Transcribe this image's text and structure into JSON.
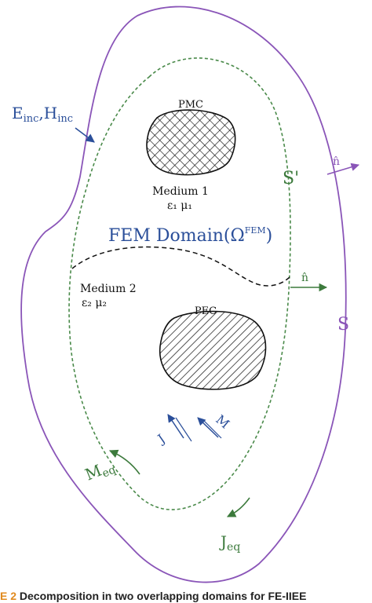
{
  "colors": {
    "outer_boundary": "#8a55b8",
    "fem_boundary": "#4a8a4a",
    "blue_labels": "#2b4f9a",
    "green_labels": "#3c7a3c",
    "black": "#111111",
    "caption_number": "#e08a1e"
  },
  "labels": {
    "incident_field": "E",
    "incident_field_sub": "inc",
    "incident_comma": ",H",
    "incident_comma_sub": "inc",
    "pmc": "PMC",
    "pec": "PEC",
    "medium1": "Medium 1",
    "medium1_params": "ε₁  μ₁",
    "medium2": "Medium 2",
    "medium2_params": "ε₂  μ₂",
    "fem_domain": "FEM Domain(Ω",
    "fem_domain_sup": "FEM",
    "fem_domain_close": ")",
    "s_prime": "S'",
    "s_outer": "S",
    "n_hat_outer": "n̂",
    "n_hat_inner": "n̂",
    "j_current": "J",
    "m_current": "M",
    "m_eq": "M",
    "m_eq_sub": "eq",
    "j_eq": "J",
    "j_eq_sub": "eq"
  },
  "caption": {
    "number": "E 2",
    "text": "  Decomposition in two overlapping domains for FE-IIEE"
  }
}
